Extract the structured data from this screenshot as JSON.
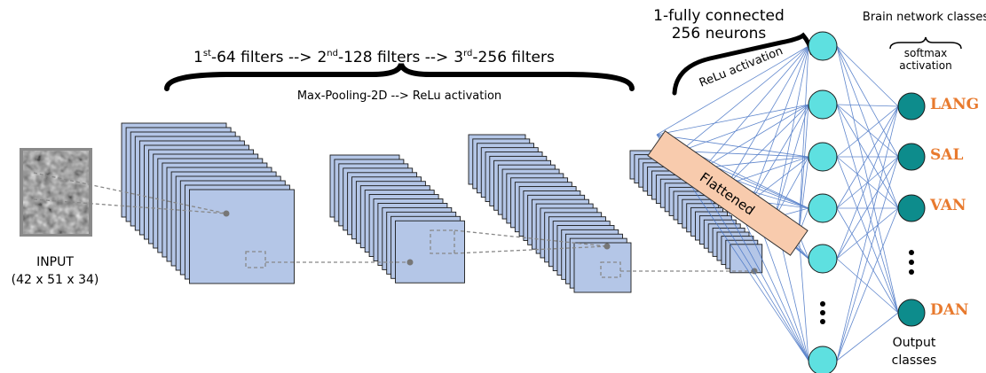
{
  "filters": {
    "l1_num": "1",
    "l1_sup": "st",
    "l1_rest": "-64 filters -->",
    "l2_num": "2",
    "l2_sup": "nd",
    "l2_rest": "-128 filters -->",
    "l3_num": "3",
    "l3_sup": "rd",
    "l3_rest": "-256 filters"
  },
  "pooling_label": "Max-Pooling-2D --> ReLu activation",
  "input": {
    "label": "INPUT",
    "dims": "(42 x 51 x 34)"
  },
  "flatten_label": "Flattened",
  "fc": {
    "line1": "1-fully connected",
    "line2": "256 neurons",
    "activation": "ReLu activation"
  },
  "output": {
    "title": "Brain network classes",
    "softmax1": "softmax",
    "softmax2": "activation",
    "classes": [
      "LANG",
      "SAL",
      "VAN",
      "DAN"
    ],
    "caption1": "Output",
    "caption2": "classes"
  },
  "colors": {
    "feature_map": "#b4c6e7",
    "flatten": "#f8cbad",
    "neuron": "#5ee0e0",
    "output_neuron": "#0d8c8c",
    "class_label": "#e87a2e",
    "connection": "#4472c4"
  }
}
